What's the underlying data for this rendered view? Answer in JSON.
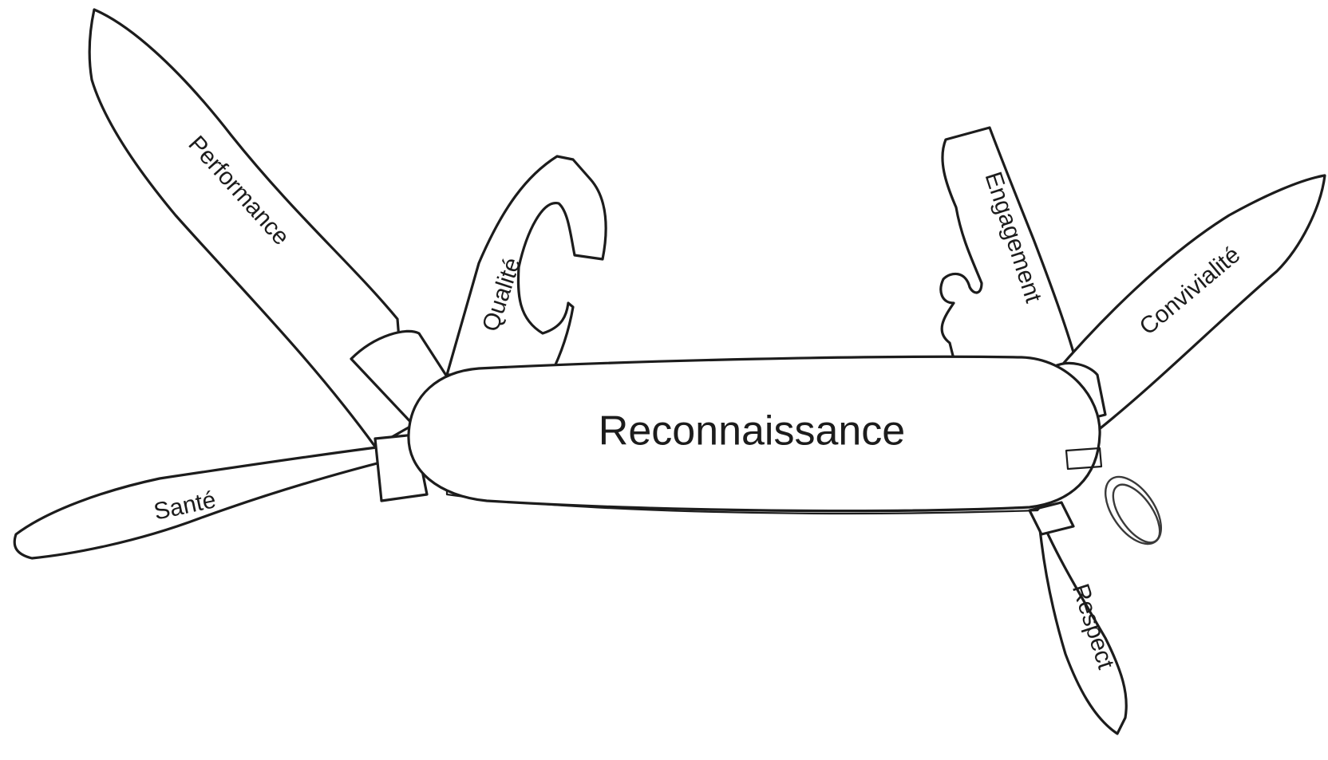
{
  "diagram": {
    "center_label": "Reconnaissance",
    "tools": {
      "performance": "Performance",
      "qualite": "Qualité",
      "sante": "Santé",
      "engagement": "Engagement",
      "convivialite": "Convivialité",
      "respect": "Respect"
    }
  }
}
